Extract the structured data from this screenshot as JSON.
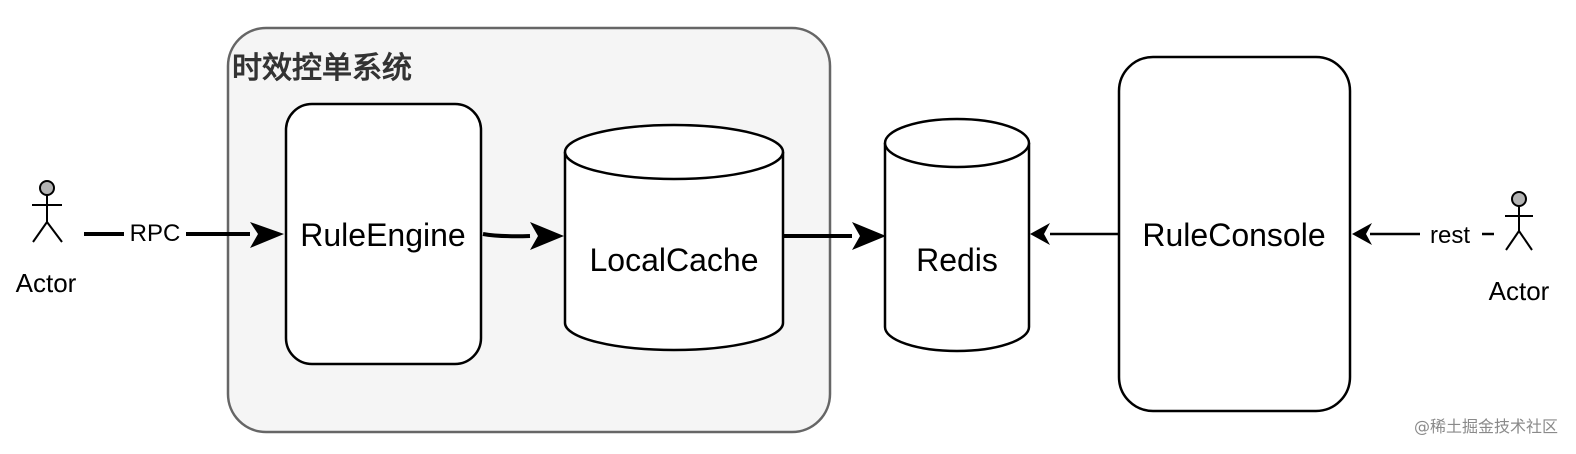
{
  "group": {
    "title": "时效控单系统"
  },
  "nodes": {
    "rule_engine": "RuleEngine",
    "local_cache": "LocalCache",
    "redis": "Redis",
    "rule_console": "RuleConsole"
  },
  "actors": {
    "left": "Actor",
    "right": "Actor"
  },
  "edges": {
    "rpc": "RPC",
    "rest": "rest"
  },
  "watermark": "@稀土掘金技术社区"
}
